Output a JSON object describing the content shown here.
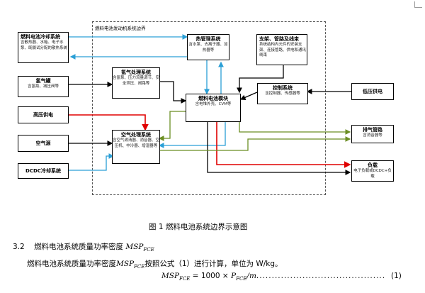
{
  "boundary": {
    "label": "燃料电池发动机系统边界"
  },
  "boxes": {
    "cooling": {
      "title": "燃料电池冷却系统",
      "desc": "含散热器、水箱、电子水泵、既摄试分配的散热系统"
    },
    "hydrogen": {
      "title": "氢气罐",
      "desc": "含氢瓶、减压阀等"
    },
    "hv": {
      "title": "高压供电",
      "desc": ""
    },
    "air": {
      "title": "空气源",
      "desc": ""
    },
    "dcdc_cool": {
      "title": "DCDC冷却系统",
      "desc": ""
    },
    "h_proc": {
      "title": "氢气处理系统",
      "desc": "含氢泵、压力流量调节、安全泄压、阀路等"
    },
    "air_proc": {
      "title": "空气处理系统",
      "desc": "含空气滤清器、消音器、空压机、中冷器、增湿器等"
    },
    "thermal": {
      "title": "热管理系统",
      "desc": "含水泵、去离子器、加热器等"
    },
    "stack": {
      "title": "燃料电池模块",
      "desc": "含电堆外壳、CVM等"
    },
    "control": {
      "title": "控制系统",
      "desc": "含控制器、传感器等"
    },
    "support": {
      "title": "支架、管路及线束",
      "desc": "系统结构内元件的安装支架、连接管路、供电和通讯线束"
    },
    "lv": {
      "title": "低压供电",
      "desc": ""
    },
    "exhaust": {
      "title": "排气管路",
      "desc": "含消音器等"
    },
    "load": {
      "title": "负载",
      "desc": "电子负载或DCDC+负载"
    }
  },
  "colors": {
    "red": "#e00000",
    "blue": "#2a9fd6",
    "green": "#6b8e23",
    "black": "#000000"
  },
  "figure_caption": "图 1 燃料电池系统边界示意图",
  "section": {
    "number": "3.2",
    "title": "燃料电池系统质量功率密度",
    "symbol": "MSP",
    "symbol_sub": "FCE"
  },
  "paragraph": {
    "text_before": "燃料电池系统质量功率密度",
    "symbol": "MSP",
    "symbol_sub": "FCE",
    "text_after": "按照公式（1）进行计算，单位为 W/kg。"
  },
  "formula": {
    "lhs": "MSP",
    "lhs_sub": "FCE",
    "mid": " = 1000 × ",
    "p": "P",
    "p_sub": "FCE",
    "tail": "/m",
    "dots": "....................................................",
    "eq_number": "(1)"
  }
}
